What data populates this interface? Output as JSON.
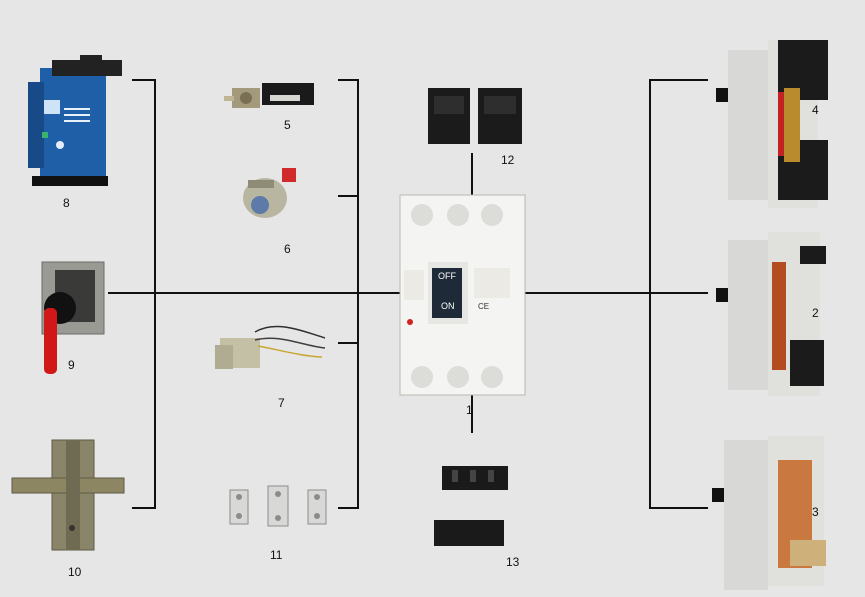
{
  "labels": {
    "breaker": "1",
    "rear_terminal": "2",
    "plug_in_base": "3",
    "front_rear_terminal": "4",
    "aux_contact": "5",
    "shunt_release": "6",
    "undervoltage_release": "7",
    "motor_operator": "8",
    "rotary_handle": "9",
    "interlock": "10",
    "terminal_links": "11",
    "terminal_covers": "12",
    "phase_barriers": "13"
  },
  "breaker_face": {
    "off_text": "OFF",
    "on_text": "ON",
    "ce_mark": "CE"
  },
  "colors": {
    "background": "#e6e6e6",
    "wire": "#111111",
    "breaker_body": "#f4f4f2",
    "motor_blue": "#1f5fa8",
    "copper": "#c9783f",
    "handle_red": "#d01818",
    "plastic_black": "#1a1a1a"
  }
}
